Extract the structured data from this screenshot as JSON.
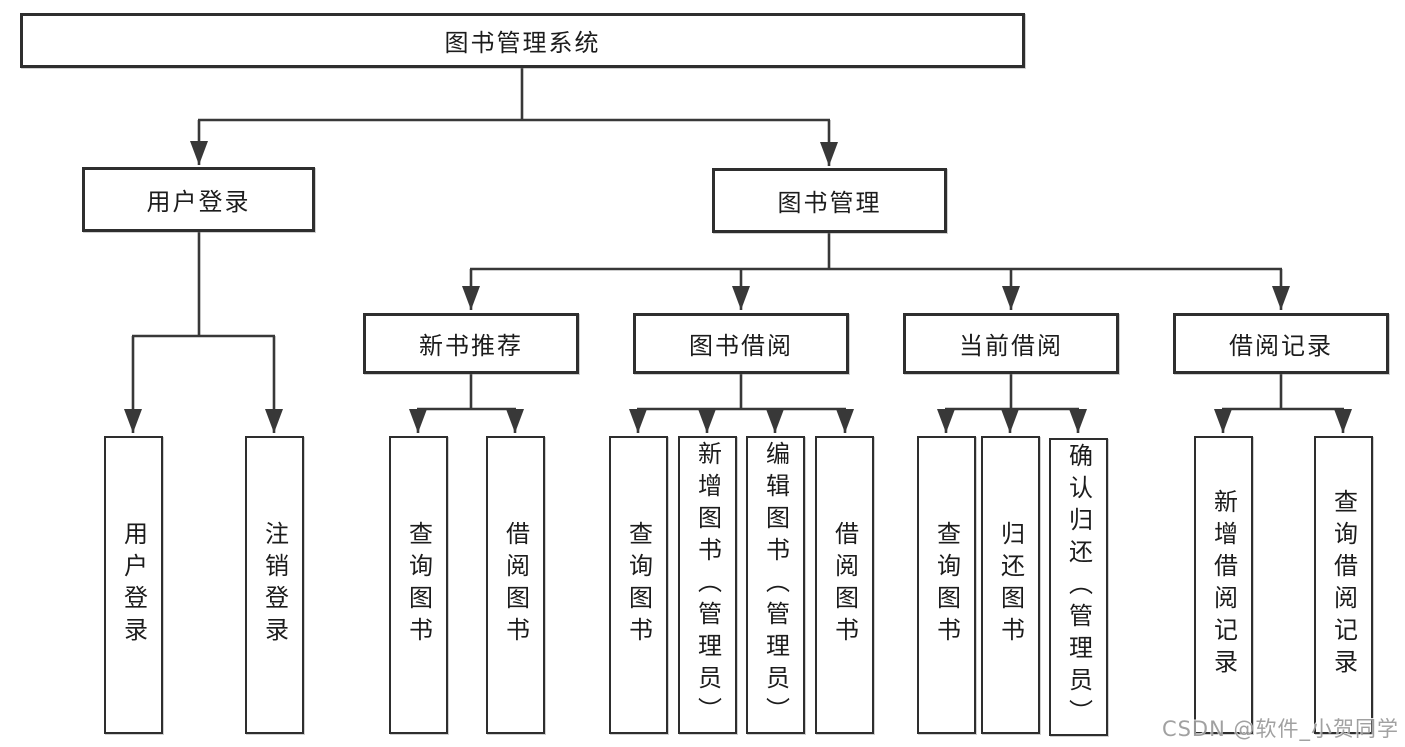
{
  "diagram": {
    "root": {
      "label": "图书管理系统"
    },
    "branches": [
      {
        "label": "用户登录",
        "children": [
          {
            "label": "用户登录"
          },
          {
            "label": "注销登录"
          }
        ]
      },
      {
        "label": "图书管理",
        "children": [
          {
            "label": "新书推荐",
            "children": [
              {
                "label": "查询图书"
              },
              {
                "label": "借阅图书"
              }
            ]
          },
          {
            "label": "图书借阅",
            "children": [
              {
                "label": "查询图书"
              },
              {
                "label": "新增图书（管理员）"
              },
              {
                "label": "编辑图书（管理员）"
              },
              {
                "label": "借阅图书"
              }
            ]
          },
          {
            "label": "当前借阅",
            "children": [
              {
                "label": "查询图书"
              },
              {
                "label": "归还图书"
              },
              {
                "label": "确认归还（管理员）"
              }
            ]
          },
          {
            "label": "借阅记录",
            "children": [
              {
                "label": "新增借阅记录"
              },
              {
                "label": "查询借阅记录"
              }
            ]
          }
        ]
      }
    ]
  },
  "watermark": {
    "text": "CSDN @软件_小贺同学"
  },
  "colors": {
    "line": "#383838",
    "box_border": "#2e2e2e",
    "text": "#1c1c1c",
    "watermark": "#9c9c9c",
    "background": "#ffffff"
  }
}
